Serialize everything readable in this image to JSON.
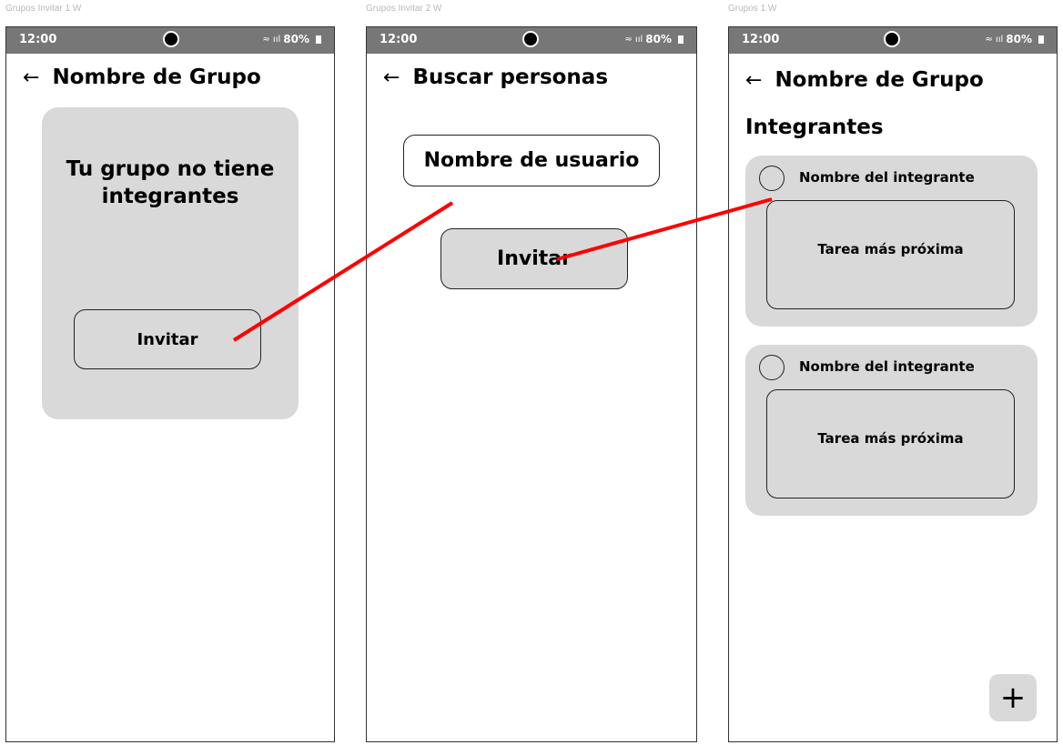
{
  "screens": [
    {
      "frame_label": "Grupos Invitar 1 W",
      "status": {
        "time": "12:00",
        "battery": "80%"
      },
      "appbar": {
        "back_icon": "arrow-left-icon",
        "title": "Nombre de Grupo"
      },
      "empty_message": "Tu grupo no tiene integrantes",
      "invite_button": "Invitar"
    },
    {
      "frame_label": "Grupos Invitar 2 W",
      "status": {
        "time": "12:00",
        "battery": "80%"
      },
      "appbar": {
        "back_icon": "arrow-left-icon",
        "title": "Buscar personas"
      },
      "username_input": {
        "placeholder": "Nombre de usuario"
      },
      "invite_button": "Invitar"
    },
    {
      "frame_label": "Grupos 1 W",
      "status": {
        "time": "12:00",
        "battery": "80%"
      },
      "appbar": {
        "back_icon": "arrow-left-icon",
        "title": "Nombre de Grupo"
      },
      "section_title": "Integrantes",
      "members": [
        {
          "name": "Nombre del integrante",
          "task": "Tarea más próxima"
        },
        {
          "name": "Nombre del integrante",
          "task": "Tarea más próxima"
        }
      ],
      "fab_icon": "plus-icon"
    }
  ],
  "colors": {
    "connector": "#ff0000",
    "card": "#d9d9d9",
    "status_bar": "#777777"
  }
}
